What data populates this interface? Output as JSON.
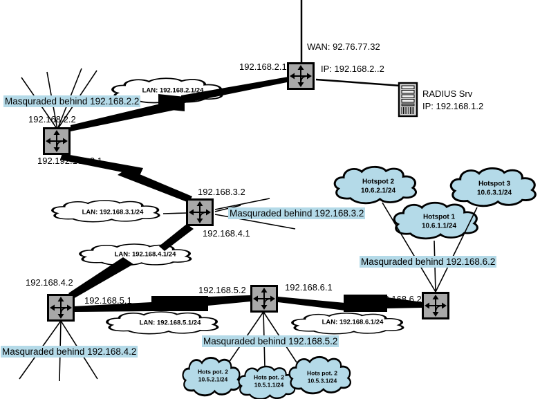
{
  "diagram": {
    "gateway": {
      "wan": "WAN: 92.76.77.32",
      "left": "192.168.2.1",
      "right": "IP: 192.168.2..2"
    },
    "server": {
      "name": "RADIUS Srv",
      "ip": "IP: 192.168.1.2"
    },
    "router2": {
      "top": "192.168.2.2",
      "bottom": "192.192.168.3.1",
      "masq": "Masquraded behind 192.168.2.2"
    },
    "router3": {
      "top": "192.168.3.2",
      "bottom": "192.168.4.1",
      "masq": "Masquraded behind 192.168.3.2"
    },
    "router4": {
      "top": "192.168.4.2",
      "right": "192.168.5.1",
      "masq": "Masquraded behind 192.168.4.2"
    },
    "router5": {
      "left": "192.168.5.2",
      "right": "192.168.6.1",
      "masq": "Masquraded behind 192.168.5.2"
    },
    "router6": {
      "left": "192.168.6.2",
      "masq": "Masquraded behind 192.168.6.2"
    }
  },
  "clouds": {
    "lan2": "LAN: 192.168.2.1/24",
    "lan3": "LAN: 192.168.3.1/24",
    "lan4": "LAN: 192.168.4.1/24",
    "lan5": "LAN: 192.168.5.1/24",
    "lan6": "LAN: 192.168.6.1/24",
    "hotspot2": {
      "name": "Hotspot 2",
      "ip": "10.6.2.1/24"
    },
    "hotspot3": {
      "name": "Hotspot 3",
      "ip": "10.6.3.1/24"
    },
    "hotspot1": {
      "name": "Hotspot 1",
      "ip": "10.6.1.1/24"
    },
    "hotspot52": {
      "name": "Hots pot. 2",
      "ip": "10.5.2.1/24"
    },
    "hotspot51": {
      "name": "Hots pot. 2",
      "ip": "10.5.1.1/24"
    },
    "hotspot53": {
      "name": "Hots pot. 2",
      "ip": "10.5.3.1/24"
    }
  },
  "colors": {
    "hotspot_cloud": "#b4dae8",
    "lan_cloud": "#ffffff",
    "highlight": "#b4dae8",
    "router_fill": "#a8a8a8",
    "line": "#000000"
  }
}
